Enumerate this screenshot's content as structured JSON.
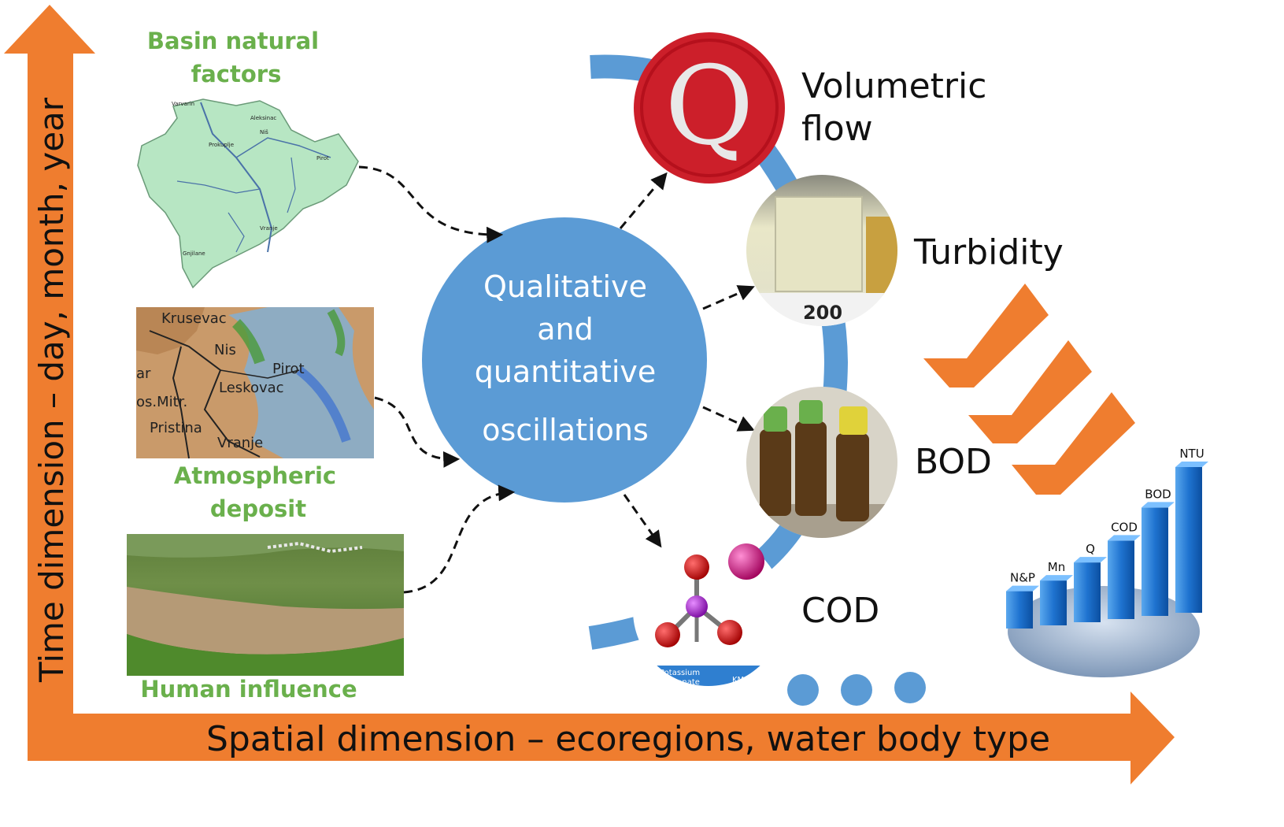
{
  "axes": {
    "vertical_label": "Time dimension – day, month, year",
    "horizontal_label": "Spatial dimension – ecoregions, water body type",
    "color": "#ef7d2f"
  },
  "sources": {
    "basin": [
      "Basin natural",
      "factors"
    ],
    "atmospheric": [
      "Atmospheric",
      "deposit"
    ],
    "human": "Human influence",
    "label_color": "#6ab04c"
  },
  "map_places": {
    "basin": [
      "Varvarin",
      "Aleksinac",
      "Prokuplje",
      "Niš",
      "Pirot",
      "Vranje",
      "Gnjilane"
    ],
    "radar": [
      "Krusevac",
      "Nis",
      "Pirot",
      "Leskovac",
      "os.Mitr.",
      "Pristina",
      "Vranje",
      "ar"
    ]
  },
  "center": {
    "lines": [
      "Qualitative",
      "and",
      "quantitative",
      "oscillations"
    ],
    "color": "#5b9bd5"
  },
  "parameters": {
    "q_symbol": "Q",
    "volumetric": [
      "Volumetric",
      "flow"
    ],
    "turbidity": "Turbidity",
    "turbidity_reading": "200",
    "bod": "BOD",
    "cod": "COD",
    "cod_caption": [
      "Potassium",
      "...nganate",
      "KMn"
    ]
  },
  "bar_chart": {
    "categories": [
      "N&P",
      "Mn",
      "Q",
      "COD",
      "BOD",
      "NTU"
    ],
    "values": [
      1,
      1.2,
      1.6,
      2.1,
      2.9,
      3.9
    ]
  }
}
